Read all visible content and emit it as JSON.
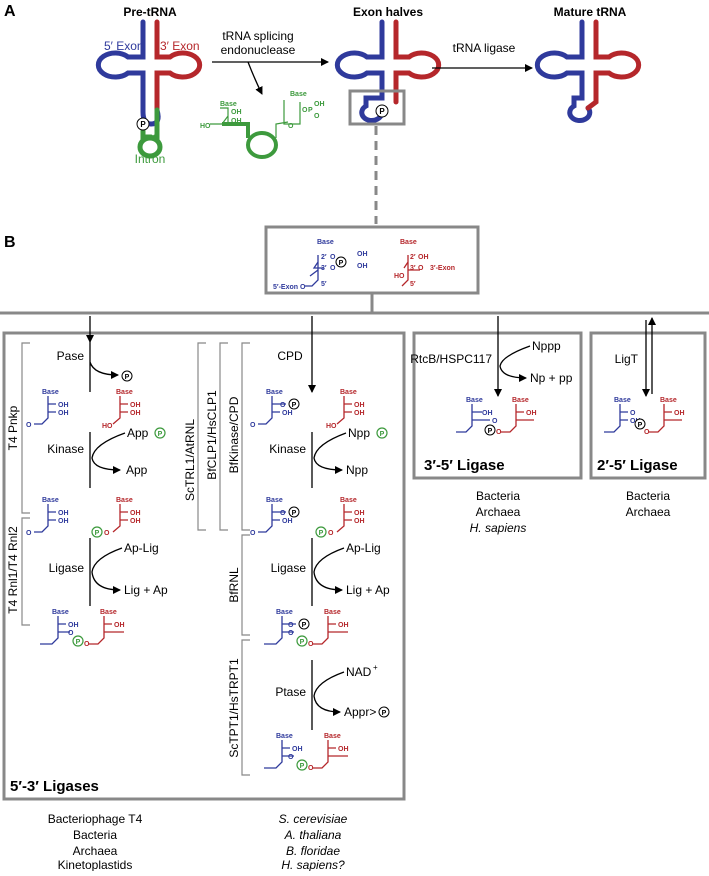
{
  "panels": {
    "a": "A",
    "b": "B"
  },
  "panelA": {
    "pretrna": "Pre-tRNA",
    "exon5": "5′ Exon",
    "exon3": "3′ Exon",
    "intron": "Intron",
    "endo1": "tRNA splicing",
    "endo2": "endonuclease",
    "exonHalves": "Exon halves",
    "ligase": "tRNA ligase",
    "mature": "Mature tRNA",
    "base": "Base",
    "oh": "OH",
    "ho": "HO",
    "o": "O",
    "p": "P"
  },
  "termini": {
    "base": "Base",
    "two": "2′",
    "three": "3′",
    "five": "5′",
    "exon5": "5′-Exon",
    "exon3": "3′-Exon",
    "oh": "OH",
    "ho": "HO",
    "o": "O",
    "p": "P"
  },
  "left": {
    "pase": "Pase",
    "kinase": "Kinase",
    "app": "App",
    "ligase": "Ligase",
    "apLig": "Ap-Lig",
    "ligAp": "Lig + Ap",
    "t4pnkp": "T4 Pnkp",
    "t4rnl": "T4 Rnl1/T4 Rnl2",
    "title": "5′-3′ Ligases"
  },
  "mid": {
    "cpd": "CPD",
    "kinase": "Kinase",
    "npp": "Npp",
    "ligase": "Ligase",
    "apLig": "Ap-Lig",
    "ligAp": "Lig + Ap",
    "ptase": "Ptase",
    "nad": "NAD",
    "nadSup": "+",
    "appr": "Appr>",
    "bfkinase": "BfKinase/CPD",
    "bfclp": "BfCLP1/HsCLP1",
    "sctrl": "ScTRL1/AtRNL",
    "bfrnl": "BfRNL",
    "sctpt": "ScTPT1/HsTRPT1"
  },
  "rtcb": {
    "enzyme": "RtcB/HSPC117",
    "nppp": "Nppp",
    "nppp2": "Np + pp",
    "title": "3′-5′ Ligase",
    "orgs": [
      "Bacteria",
      "Archaea",
      "H. sapiens"
    ]
  },
  "ligt": {
    "enzyme": "LigT",
    "title": "2′-5′ Ligase",
    "orgs": [
      "Bacteria",
      "Archaea"
    ]
  },
  "orgsLeft": [
    "Bacteriophage T4",
    "Bacteria",
    "Archaea",
    "Kinetoplastids"
  ],
  "orgsMid": [
    "S. cerevisiae",
    "A. thaliana",
    "B. floridae",
    "H. sapiens?"
  ],
  "colors": {
    "exon5": "#2f3a9c",
    "exon3": "#b5272b",
    "intron": "#3d9a3d",
    "box": "#888888"
  }
}
